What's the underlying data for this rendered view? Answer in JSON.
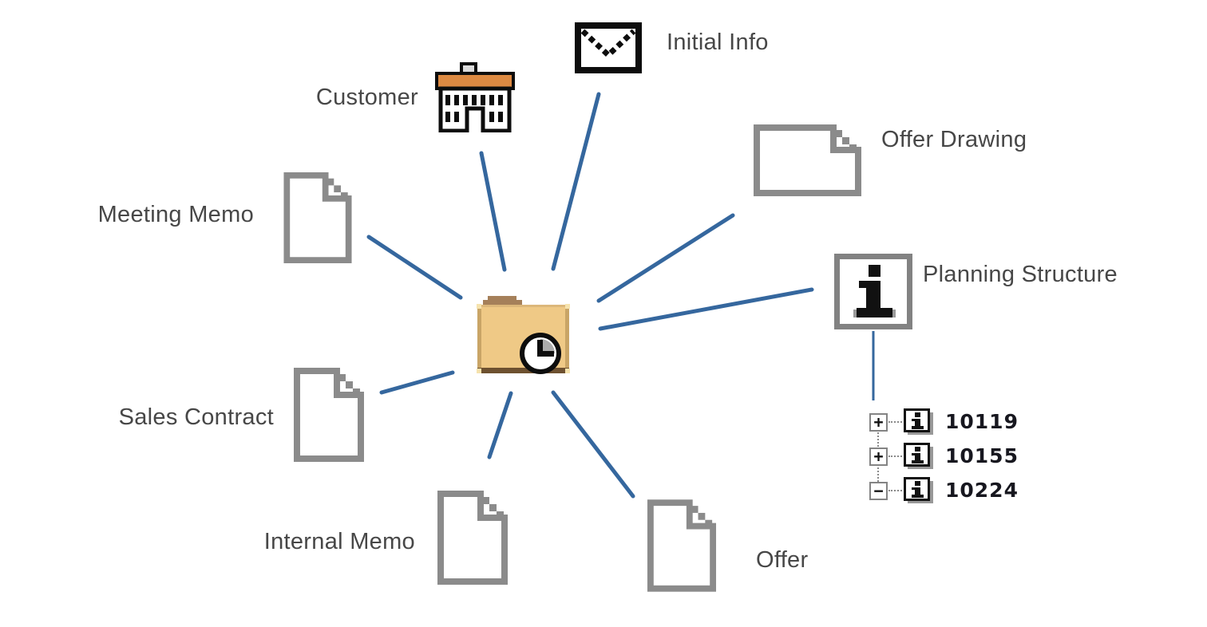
{
  "diagram": {
    "center": {
      "icon": "folder-clock-icon"
    },
    "nodes": [
      {
        "id": "customer",
        "label": "Customer",
        "icon": "building-icon"
      },
      {
        "id": "initial-info",
        "label": "Initial Info",
        "icon": "envelope-icon"
      },
      {
        "id": "offer-drawing",
        "label": "Offer Drawing",
        "icon": "document-landscape-icon"
      },
      {
        "id": "planning-structure",
        "label": "Planning Structure",
        "icon": "info-icon"
      },
      {
        "id": "meeting-memo",
        "label": "Meeting Memo",
        "icon": "document-icon"
      },
      {
        "id": "sales-contract",
        "label": "Sales Contract",
        "icon": "document-icon"
      },
      {
        "id": "internal-memo",
        "label": "Internal Memo",
        "icon": "document-icon"
      },
      {
        "id": "offer",
        "label": "Offer",
        "icon": "document-icon"
      }
    ],
    "tree": {
      "parent": "planning-structure",
      "items": [
        {
          "toggle": "+",
          "icon": "info-item-icon",
          "label": "10119"
        },
        {
          "toggle": "+",
          "icon": "info-item-icon",
          "label": "10155"
        },
        {
          "toggle": "−",
          "icon": "info-item-icon",
          "label": "10224"
        }
      ]
    },
    "colors": {
      "connector": "#35679E",
      "folder_body": "#EFC986",
      "folder_tab": "#A5805A",
      "doc_border": "#8B8B8B",
      "building_roof": "#DD8A42",
      "label_text": "#474747",
      "tree_number_text": "#17171F"
    }
  }
}
